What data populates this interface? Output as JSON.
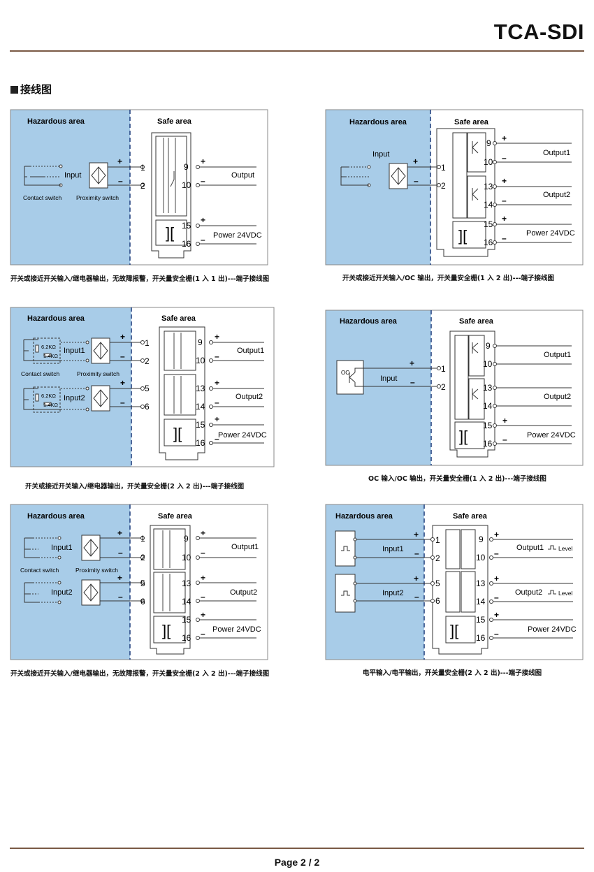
{
  "header": {
    "title": "TCA-SDI"
  },
  "section": {
    "title": "接线图"
  },
  "common": {
    "hazardous": "Hazardous area",
    "safe": "Safe area",
    "power": "Power 24VDC",
    "plus": "+",
    "minus": "–",
    "contact_switch": "Contact switch",
    "proximity_switch": "Proximity switch",
    "res1": "6.2KΩ",
    "res2": "1.4KΩ",
    "oc": "OC",
    "level": "Level"
  },
  "terminals": {
    "t1": "1",
    "t2": "2",
    "t5": "5",
    "t6": "6",
    "t9": "9",
    "t10": "10",
    "t13": "13",
    "t14": "14",
    "t15": "15",
    "t16": "16"
  },
  "diagrams": [
    {
      "input": "Input",
      "output": "Output",
      "caption": "开关或接近开关输入/继电器输出，无故障报警，开关量安全栅(1 入 1 出)---端子接线图"
    },
    {
      "input": "Input",
      "output1": "Output1",
      "output2": "Output2",
      "caption": "开关或接近开关输入/OC 输出，开关量安全栅(1 入 2 出)---端子接线图"
    },
    {
      "input1": "Input1",
      "input2": "Input2",
      "output1": "Output1",
      "output2": "Output2",
      "caption": "开关或接近开关输入/继电器输出，开关量安全栅(2 入 2 出)---端子接线图"
    },
    {
      "input": "Input",
      "output1": "Output1",
      "output2": "Output2",
      "caption": "OC 输入/OC 输出，开关量安全栅(1 入 2 出)---端子接线图"
    },
    {
      "input1": "Input1",
      "input2": "Input2",
      "output1": "Output1",
      "output2": "Output2",
      "caption": "开关或接近开关输入/继电器输出，无故障报警，开关量安全栅(2 入 2 出)---端子接线图"
    },
    {
      "input1": "Input1",
      "input2": "Input2",
      "output1": "Output1",
      "output2": "Output2",
      "caption": "电平输入/电平输出，开关量安全栅(2 入 2 出)---端子接线图"
    }
  ],
  "footer": {
    "page": "Page 2 / 2"
  }
}
